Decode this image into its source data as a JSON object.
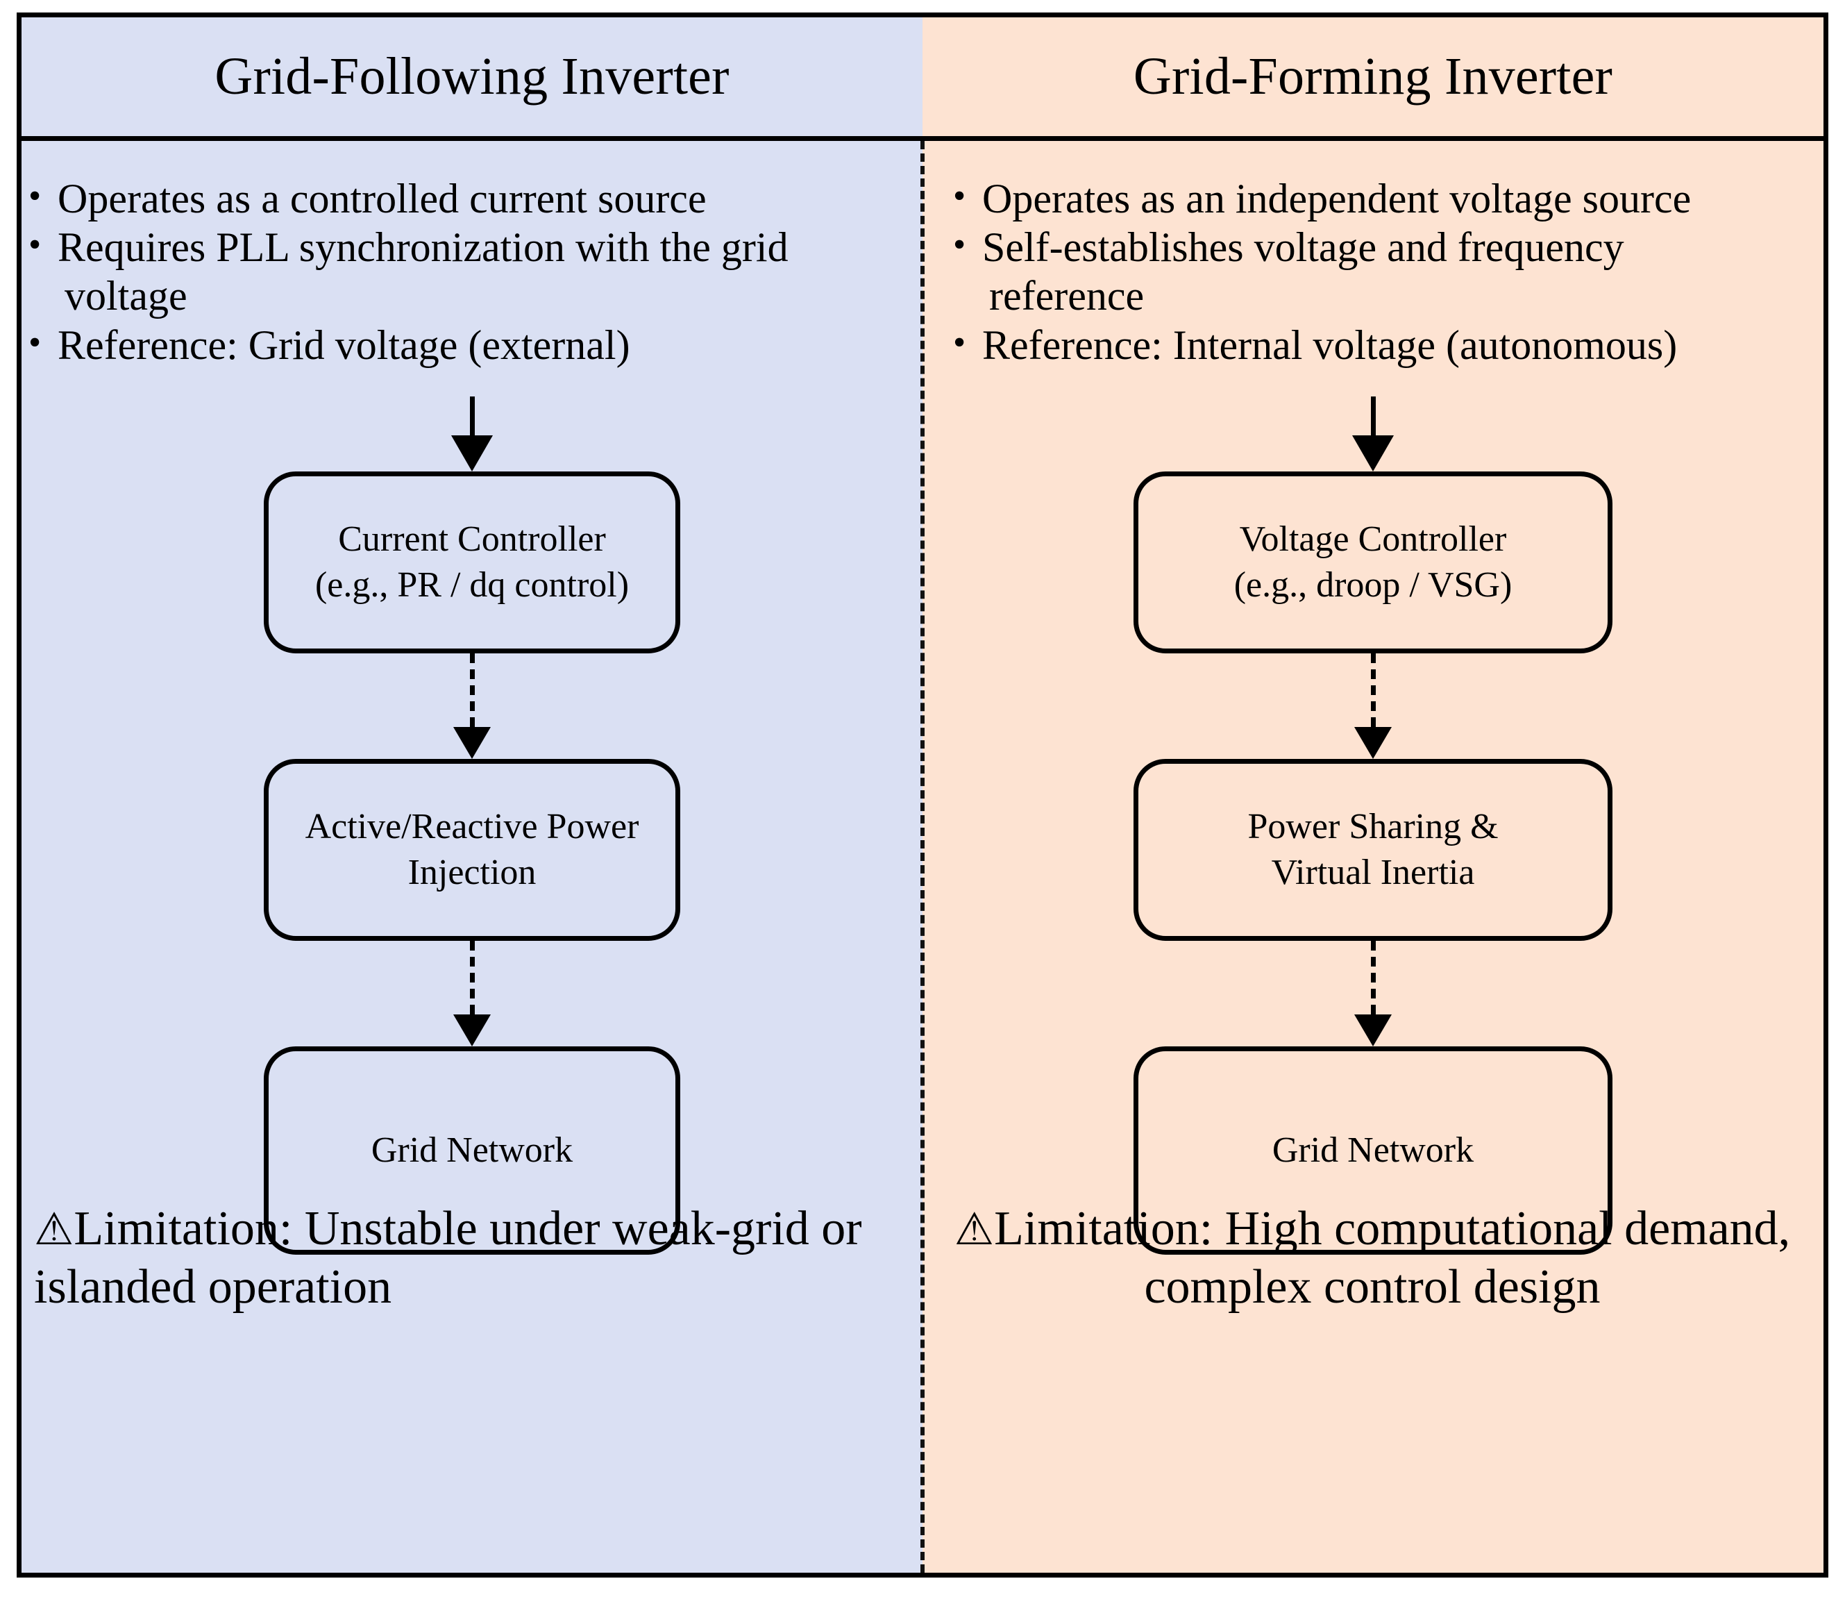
{
  "comparison": {
    "columns": [
      {
        "id": "grid-following",
        "title": "Grid-Following Inverter",
        "background_color": "#dae0f3",
        "bullets": [
          {
            "marker": "•",
            "text": "Operates as a controlled current source",
            "continued": false
          },
          {
            "marker": "•",
            "text": "Requires PLL synchronization with the grid",
            "continued": false
          },
          {
            "marker": "",
            "text": "voltage",
            "continued": true
          },
          {
            "marker": "•",
            "text": "Reference: Grid voltage (external)",
            "continued": false
          }
        ],
        "flow": {
          "entry_arrow": "solid-down-arrow",
          "nodes": [
            {
              "lines": [
                "Current Controller",
                "(e.g., PR / dq control)"
              ]
            },
            {
              "lines": [
                "Active/Reactive Power",
                "Injection"
              ]
            },
            {
              "lines": [
                "Grid Network"
              ]
            }
          ],
          "connectors": [
            "dashed-down-arrow",
            "dashed-down-arrow"
          ]
        },
        "limitation": {
          "icon": "⚠",
          "icon_name": "warning-triangle-icon",
          "text": "Limitation: Unstable under weak-grid or islanded operation"
        }
      },
      {
        "id": "grid-forming",
        "title": "Grid-Forming Inverter",
        "background_color": "#fde3d2",
        "bullets": [
          {
            "marker": "•",
            "text": "Operates as an independent voltage source",
            "continued": false
          },
          {
            "marker": "•",
            "text": "Self-establishes voltage and frequency",
            "continued": false
          },
          {
            "marker": "",
            "text": "reference",
            "continued": true
          },
          {
            "marker": "•",
            "text": "Reference: Internal voltage (autonomous)",
            "continued": false
          }
        ],
        "flow": {
          "entry_arrow": "solid-down-arrow",
          "nodes": [
            {
              "lines": [
                "Voltage Controller",
                "(e.g., droop / VSG)"
              ]
            },
            {
              "lines": [
                "Power Sharing &",
                "Virtual Inertia"
              ]
            },
            {
              "lines": [
                "Grid Network"
              ]
            }
          ],
          "connectors": [
            "dashed-down-arrow",
            "dashed-down-arrow"
          ]
        },
        "limitation": {
          "icon": "⚠",
          "icon_name": "warning-triangle-icon",
          "text": "Limitation: High computational demand, complex control design"
        }
      }
    ],
    "divider_style": "dashed-vertical-line",
    "border_color": "#000000"
  }
}
